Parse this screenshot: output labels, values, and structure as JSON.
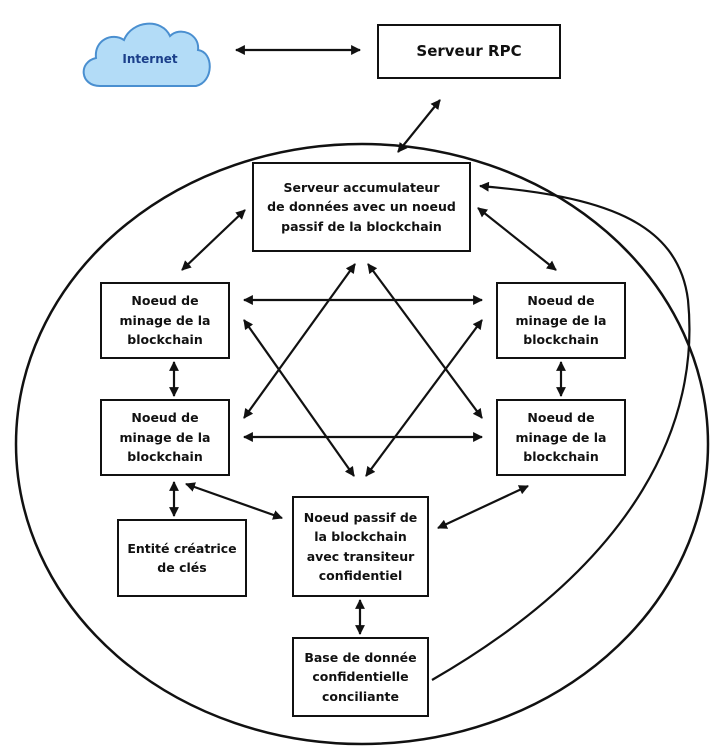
{
  "nodes": {
    "internet": "Internet",
    "rpc_server": "Serveur RPC",
    "accumulator": "Serveur accumulateur\nde données avec un noeud\npassif de la blockchain",
    "mining_top_left": "Noeud de\nminage de la\nblockchain",
    "mining_top_right": "Noeud de\nminage de la\nblockchain",
    "mining_bottom_left": "Noeud de\nminage de la\nblockchain",
    "mining_bottom_right": "Noeud de\nminage de la\nblockchain",
    "passive_node": "Noeud passif de\nla blockchain\navec transiteur\nconfidentiel",
    "key_entity": "Entité créatrice\nde clés",
    "database": "Base de donnée\nconfidentielle\nconciliante"
  },
  "colors": {
    "cloud_fill": "#b3dcf7",
    "cloud_stroke": "#4a8fd0",
    "cloud_text": "#1b3f8a",
    "line": "#111111"
  }
}
